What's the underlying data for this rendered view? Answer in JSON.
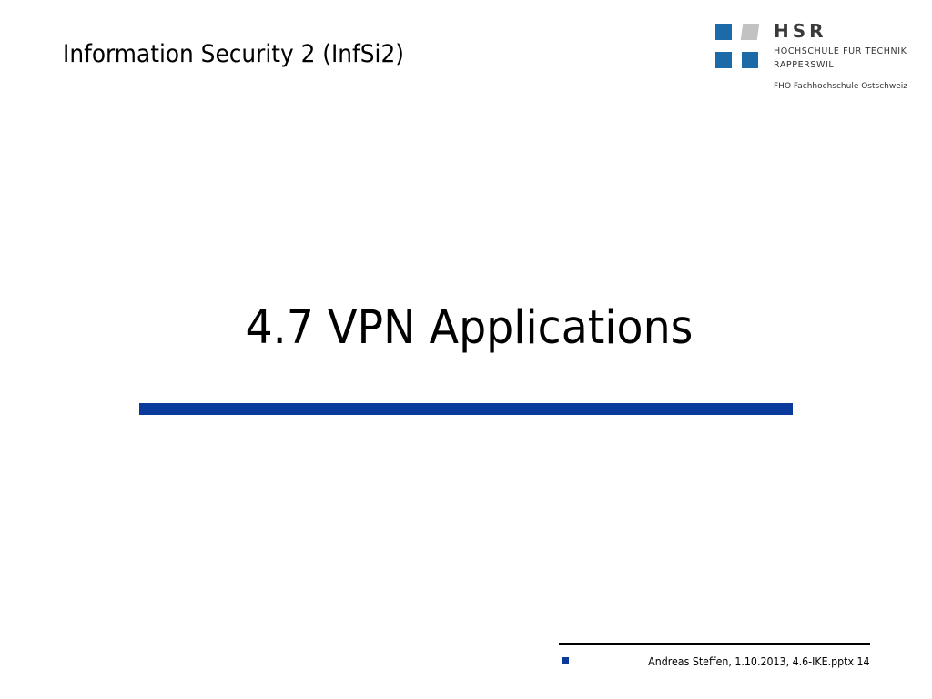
{
  "header": {
    "course_title": "Information Security 2 (InfSi2)"
  },
  "logo": {
    "name": "HSR",
    "line1": "HOCHSCHULE FÜR TECHNIK",
    "line2": "RAPPERSWIL",
    "subtitle": "FHO Fachhochschule Ostschweiz",
    "colors": {
      "blue": "#1c6aa8",
      "grey": "#c2c2c2"
    }
  },
  "slide": {
    "title": "4.7 VPN Applications",
    "accent_color": "#0a3a9b"
  },
  "footer": {
    "text": "Andreas Steffen, 1.10.2013, 4.6-IKE.pptx 14"
  }
}
